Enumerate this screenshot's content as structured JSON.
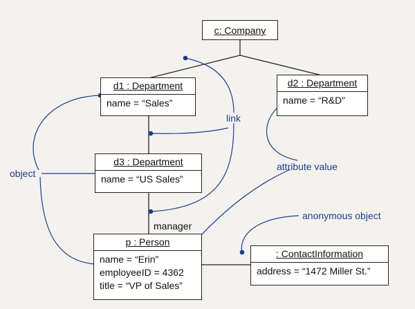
{
  "objects": {
    "company": {
      "title": "c: Company",
      "attrs": []
    },
    "d1": {
      "title": "d1 : Department",
      "attrs": [
        "name = “Sales”"
      ]
    },
    "d2": {
      "title": "d2 : Department",
      "attrs": [
        "name = “R&D”"
      ]
    },
    "d3": {
      "title": "d3 : Department",
      "attrs": [
        "name = “US Sales”"
      ]
    },
    "person": {
      "title": "p : Person",
      "attrs": [
        "name = “Erin”",
        "employeeID = 4362",
        "title = “VP of Sales”"
      ]
    },
    "contact": {
      "title": ": ContactInformation",
      "attrs": [
        "address = “1472 Miller St.”"
      ]
    }
  },
  "annotations": {
    "link": "link",
    "object": "object",
    "attribute_value": "attribute value",
    "anonymous_object": "anonymous object"
  },
  "role_label": "manager",
  "colors": {
    "annotation": "#1f3d87",
    "line": "#222222",
    "background": "#f4f2ef"
  }
}
